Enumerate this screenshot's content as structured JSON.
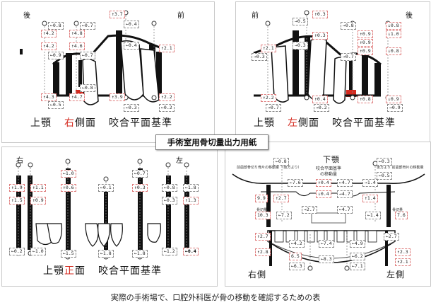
{
  "center_label": "手術室用骨切量出力用紙",
  "caption": "実際の手術場で、口腔外科医が骨の移動を確認するための表",
  "panel_tl": {
    "corner_left": "後",
    "corner_right": "前",
    "title_a": "上顎",
    "title_red": "右",
    "title_b": "側面",
    "title_c": "咬合平面基準",
    "tags": [
      "↑4.2",
      "↑4.2",
      "↑4.3",
      "↑3.7",
      "↑3.9",
      "↑2.2",
      "↑2.1",
      "↑4.8",
      "↑4.6",
      "↑4.7",
      "←0.8",
      "←0.9",
      "←0.5",
      "←0.7",
      "←0.7",
      "←0.8",
      "←0.4",
      "←0.4",
      "←0.3",
      "←0.2"
    ]
  },
  "panel_tr": {
    "corner_left": "前",
    "corner_right": "後",
    "title_a": "上顎",
    "title_red": "左",
    "title_b": "側面",
    "title_c": "咬合平面基準",
    "tags": [
      "↑0.3",
      "↑2.1",
      "↑2.2",
      "↑0.3",
      "↑0.4",
      "↑0.8",
      "↑0.9",
      "↑0.9",
      "↑0.9",
      "↓1.0",
      "↓0.9",
      "↓0.8",
      "↓0.8",
      "→0.5",
      "→0.3",
      "→0.3",
      "→0.8",
      "→0.7",
      "→0.7",
      "→0.2",
      "→0.9"
    ]
  },
  "panel_bl": {
    "corner_left": "右",
    "corner_right": "左",
    "title_a": "上顎",
    "title_red": "正",
    "title_b": "面",
    "title_c": "咬合平面基準",
    "tags": [
      "↑1.9",
      "↑1.1",
      "↑1.5",
      "↑0.9",
      "←1.0",
      "↑0.6",
      "←0.1",
      "←0.7",
      "↑0.3",
      "←0.8",
      "←1.8",
      "←0.3",
      "↑1.3",
      "←0.2",
      "←1.0",
      "←1.5",
      "←1.8",
      "←1.8",
      "←1.2",
      "←0.4"
    ]
  },
  "panel_br": {
    "header_title": "下顎",
    "header_sub1": "咬合平面基準",
    "header_sub2": "の移動量",
    "note_left": "前歯部骨切り骨片の移動量 （後方より）",
    "note_right": "後方より 前歯部骨片の移動量",
    "mid_left": "骨切量",
    "mid_right": "骨切量",
    "right_label": "右側",
    "left_label": "左側",
    "tags": [
      "←0.8",
      "←7.6",
      "↑0.4",
      "←4.7",
      "→1.4",
      "←0.3",
      "9.9",
      "↑2.7",
      "↓0.4",
      "→4.7",
      "↑1.4",
      "←0.5",
      "10.3",
      "←7.2",
      "→2.7",
      "←4.7",
      "←1.4",
      "7.6",
      "↑2.7",
      "←4.2",
      "←7.4",
      "←4.9",
      "←2.7",
      "↑2.8",
      "6.5",
      "←8.3",
      "←6.2",
      "↑2.3",
      "←6.3",
      "←7.1",
      "↑2.1"
    ]
  }
}
